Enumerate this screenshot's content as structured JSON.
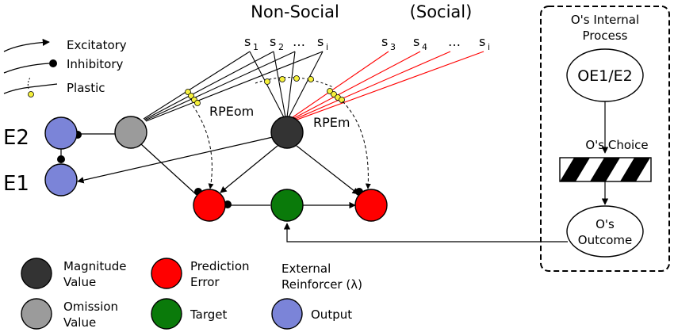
{
  "header": {
    "non_social": "Non-Social",
    "social": "(Social)"
  },
  "legend_lines": {
    "excitatory": "Excitatory",
    "inhibitory": "Inhibitory",
    "plastic": "Plastic"
  },
  "stimuli": {
    "nonsocial": [
      {
        "letter": "s",
        "sub": "1"
      },
      {
        "letter": "s",
        "sub": "2"
      },
      {
        "letter": "…",
        "sub": ""
      },
      {
        "letter": "s",
        "sub": "i"
      }
    ],
    "social": [
      {
        "letter": "s",
        "sub": "3"
      },
      {
        "letter": "s",
        "sub": "4"
      },
      {
        "letter": "…",
        "sub": ""
      },
      {
        "letter": "s",
        "sub": "i"
      }
    ]
  },
  "nodes": {
    "e2": "E2",
    "e1": "E1",
    "rpe_om": "RPEom",
    "rpe_m": "RPEm"
  },
  "internal_process": {
    "title_line1": "O's  Internal",
    "title_line2": "Process",
    "state": "OE1/E2",
    "choice": "O's  Choice",
    "outcome_line1": "O's",
    "outcome_line2": "Outcome"
  },
  "external": {
    "line1": "External",
    "line2": "Reinforcer (λ)"
  },
  "legend_nodes": {
    "magnitude_1": "Magnitude",
    "magnitude_2": "Value",
    "prediction_1": "Prediction",
    "prediction_2": "Error",
    "omission_1": "Omission",
    "omission_2": "Value",
    "target": "Target",
    "output": "Output"
  },
  "colors": {
    "magnitude": "#333333",
    "omission": "#9b9b9b",
    "prediction_error": "#ff0000",
    "target": "#0a7a0a",
    "output": "#7b84d8",
    "social_lines": "#ff0000",
    "plastic_synapse": "#f5f03c"
  }
}
